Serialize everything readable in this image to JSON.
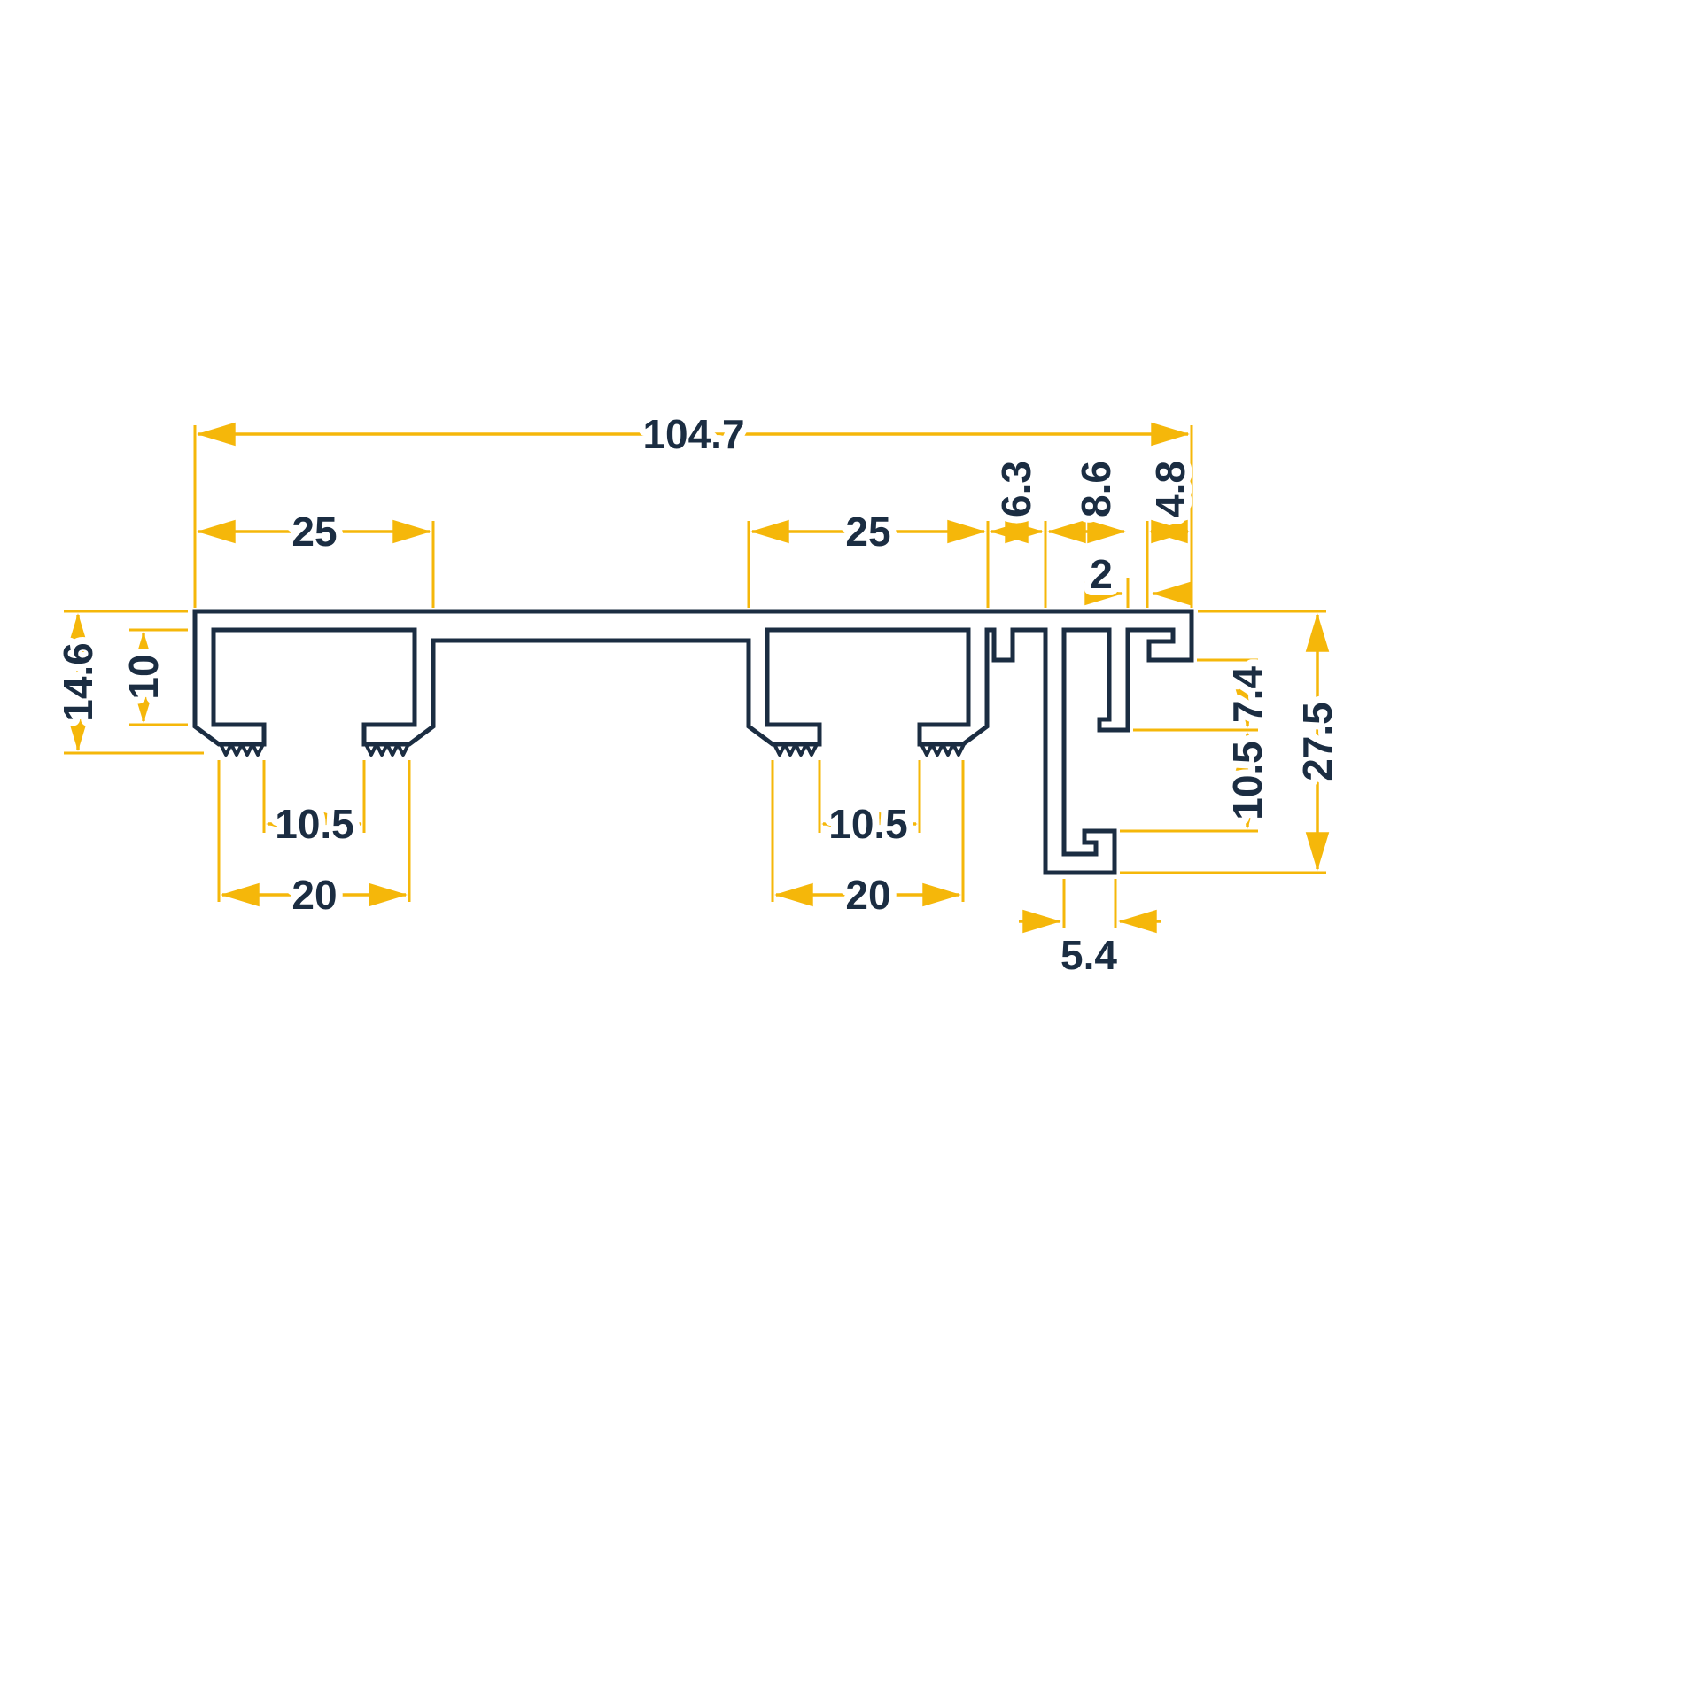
{
  "drawing": {
    "title": "extrusion-profile-cross-section",
    "kind": "technical dimension drawing"
  },
  "colors": {
    "profile_line": "#1b2d42",
    "dimension_line": "#f5b70a",
    "background": "#ffffff"
  },
  "dimensions": {
    "overall_width": "104.7",
    "top": {
      "left_channel": "25",
      "right_channel": "25",
      "gap": "6.3",
      "seat": "8.6",
      "lip": "4.8",
      "wall": "2"
    },
    "left": {
      "depth": "14.6",
      "inner_depth": "10"
    },
    "right": {
      "upper": "7.4",
      "lower": "10.5",
      "overall": "27.5"
    },
    "bottom": {
      "left_opening": "10.5",
      "left_feet": "20",
      "mid_opening": "10.5",
      "mid_feet": "20",
      "hook": "5.4"
    }
  }
}
